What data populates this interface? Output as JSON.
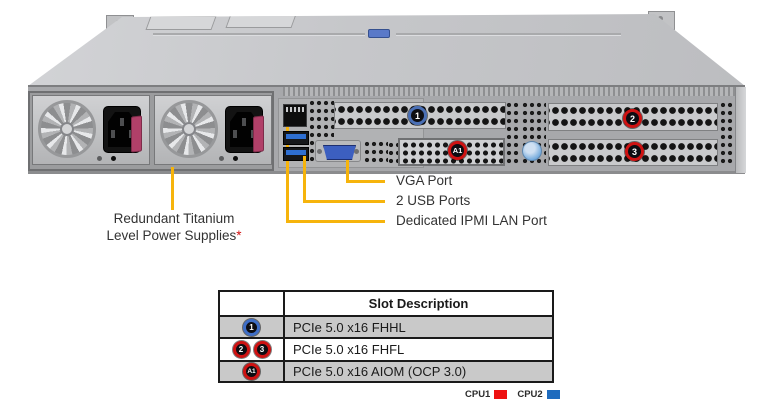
{
  "figure": {
    "description": "Rear view of 1U server with labeled ports and expansion slots",
    "callouts": {
      "psu_line1": "Redundant Titanium",
      "psu_line2": "Level Power Supplies",
      "psu_footnote_mark": "*",
      "vga": "VGA Port",
      "usb": "2 USB Ports",
      "ipmi": "Dedicated IPMI LAN Port"
    },
    "chassis_badges": {
      "slot1": "1",
      "slot2": "2",
      "slot3": "3",
      "aiom": "A1"
    },
    "colors": {
      "callout_line": "#F6B40C",
      "badge_ring_red": "#CE1212",
      "badge_ring_blue": "#4A6FB5",
      "cpu1_swatch": "#EE1111",
      "cpu2_swatch": "#1E6BBE"
    }
  },
  "slot_table": {
    "header": "Slot Description",
    "rows": [
      {
        "badges": [
          "1"
        ],
        "badge_color": "blue",
        "description": "PCIe 5.0 x16 FHHL"
      },
      {
        "badges": [
          "2",
          "3"
        ],
        "badge_color": "red",
        "description": "PCIe 5.0 x16 FHFL"
      },
      {
        "badges": [
          "A1"
        ],
        "badge_color": "red",
        "description": "PCIe 5.0 x16 AIOM (OCP 3.0)"
      }
    ]
  },
  "legend": {
    "cpu1": "CPU1",
    "cpu2": "CPU2"
  }
}
